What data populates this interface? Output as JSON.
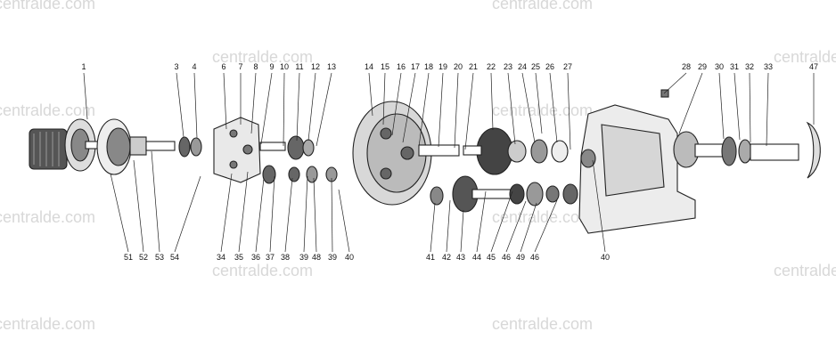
{
  "diagram": {
    "top_labels": [
      "1",
      "3",
      "4",
      "6",
      "7",
      "8",
      "9",
      "10",
      "11",
      "12",
      "13",
      "14",
      "15",
      "16",
      "17",
      "18",
      "19",
      "20",
      "21",
      "22",
      "23",
      "24",
      "25",
      "26",
      "27",
      "28",
      "29",
      "30",
      "31",
      "32",
      "33",
      "47"
    ],
    "bottom_labels": [
      "51",
      "52",
      "53",
      "54",
      "34",
      "35",
      "36",
      "37",
      "38",
      "39",
      "48",
      "39",
      "40",
      "41",
      "42",
      "43",
      "44",
      "45",
      "46",
      "49",
      "46",
      "40"
    ]
  },
  "watermark": {
    "text": "centralde.com"
  },
  "colors": {
    "ink": "#222222",
    "shade": "#6a6a6a",
    "watermark": "#d8d8d8"
  }
}
